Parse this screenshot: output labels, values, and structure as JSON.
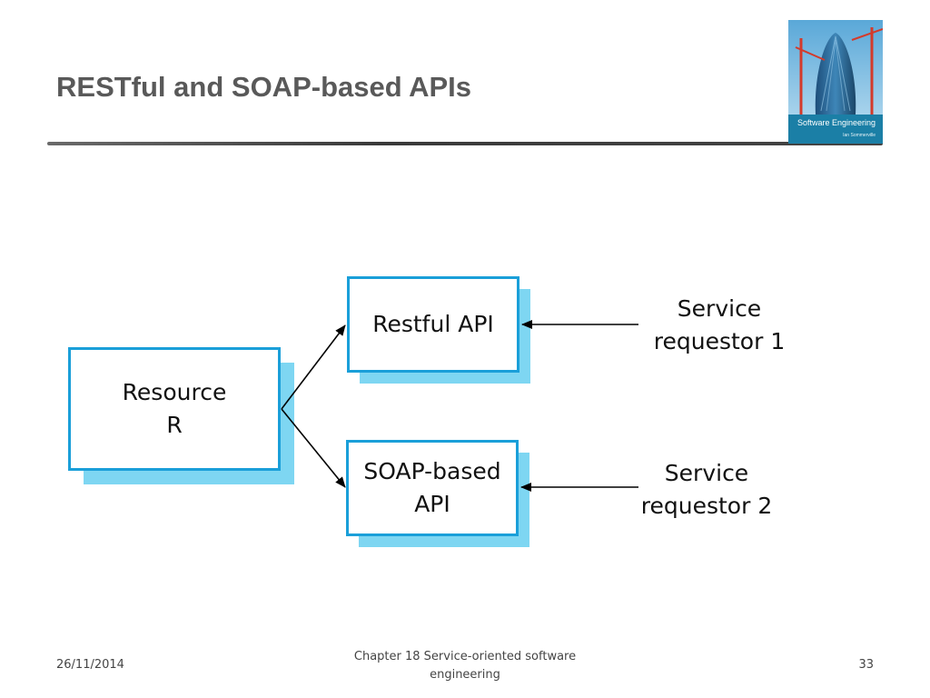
{
  "slide": {
    "title": "RESTful and SOAP-based APIs"
  },
  "cover": {
    "title": "Software Engineering",
    "author": "Ian Sommerville"
  },
  "diagram": {
    "resource": {
      "line1": "Resource",
      "line2": "R"
    },
    "restful_api": {
      "line1": "Restful API"
    },
    "soap_api": {
      "line1": "SOAP-based",
      "line2": "API"
    },
    "requestor_1": {
      "line1": "Service",
      "line2": "requestor 1"
    },
    "requestor_2": {
      "line1": "Service",
      "line2": "requestor 2"
    },
    "colors": {
      "box_border": "#1a9fd9",
      "box_shadow": "#7ed6f2",
      "arrow": "#000000"
    }
  },
  "footer": {
    "date": "26/11/2014",
    "chapter_line1": "Chapter 18 Service-oriented software",
    "chapter_line2": "engineering",
    "page": "33"
  }
}
